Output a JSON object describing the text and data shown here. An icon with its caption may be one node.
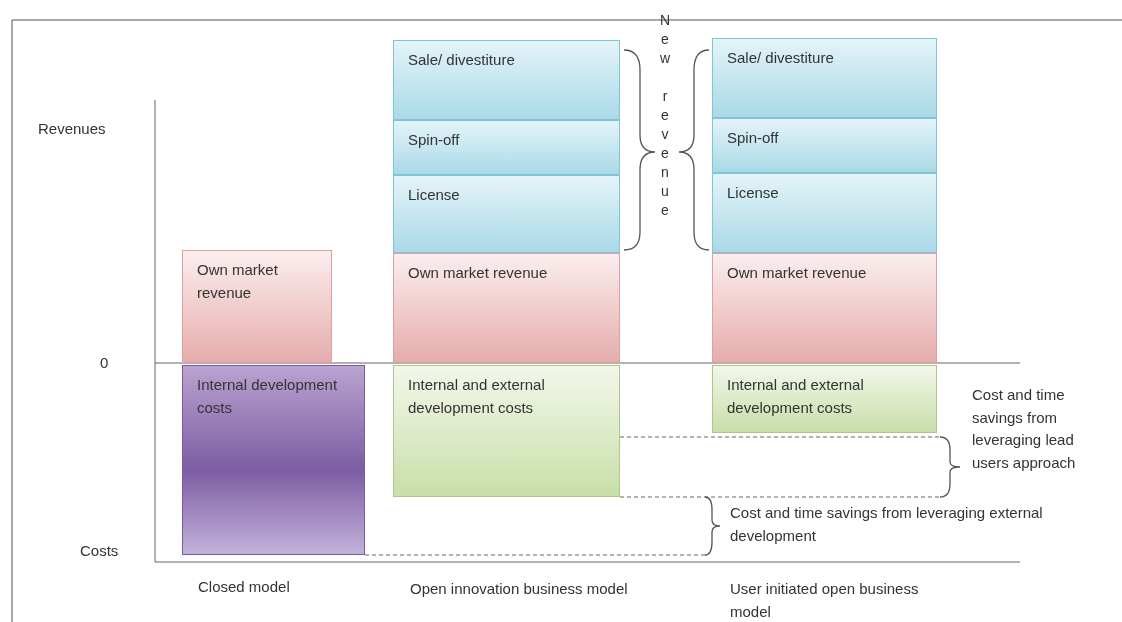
{
  "diagram": {
    "nodes": [
      {
        "text": [
          "Own market revenue"
        ]
      },
      {
        "text": [
          "Internal development costs"
        ]
      },
      {
        "text": [
          "Sale/ divestiture"
        ]
      },
      {
        "text": [
          "Spin-off"
        ]
      },
      {
        "text": [
          "License"
        ]
      },
      {
        "text": [
          "Own market revenue"
        ]
      },
      {
        "text": [
          "Internal and external development costs"
        ]
      },
      {
        "text": [
          "Sale/ divestiture"
        ]
      },
      {
        "text": [
          "Spin-off"
        ]
      },
      {
        "text": [
          "License"
        ]
      },
      {
        "text": [
          "Own market revenue"
        ]
      },
      {
        "text": [
          "Internal and external development costs"
        ]
      }
    ],
    "labels": [
      "New revenue",
      "Revenues",
      "0",
      "Cost and time savings from leveraging lead users approach",
      "Cost and time savings from leveraging external development",
      "Costs",
      "Closed model",
      "Open innovation business model",
      "User initiated open business model"
    ]
  }
}
